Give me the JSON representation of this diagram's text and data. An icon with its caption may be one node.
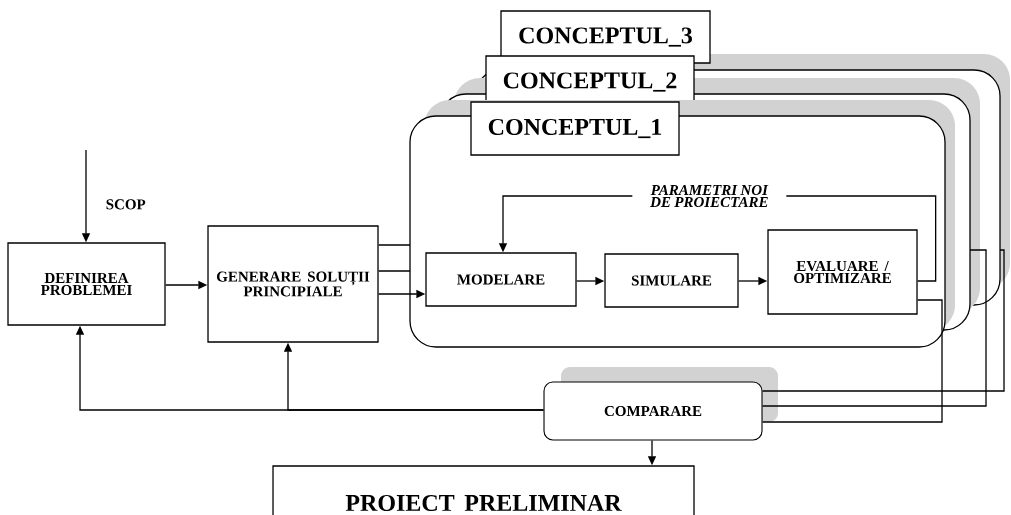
{
  "diagram": {
    "nodes": [
      {
        "text": [
          "DEFINIREA PROBLEMEI"
        ]
      },
      {
        "text": [
          "GENERARE SOLUȚII PRINCIPIALE"
        ]
      },
      {
        "text": [
          "CONCEPTUL_3"
        ]
      },
      {
        "text": [
          "CONCEPTUL_2"
        ]
      },
      {
        "text": [
          "CONCEPTUL_1"
        ]
      },
      {
        "text": [
          "MODELARE"
        ]
      },
      {
        "text": [
          "SIMULARE"
        ]
      },
      {
        "text": [
          "EVALUARE / OPTIMIZARE"
        ]
      },
      {
        "text": [
          "COMPARARE"
        ]
      },
      {
        "text": [
          "PROIECT PRELIMINAR"
        ]
      }
    ],
    "edges": [
      {
        "from": null,
        "to": 0,
        "arrow": "to",
        "label": "SCOP"
      },
      {
        "from": 0,
        "to": 1,
        "arrow": "to"
      },
      {
        "from": 1,
        "to": null,
        "arrow": "none"
      },
      {
        "from": 1,
        "to": null,
        "arrow": "none"
      },
      {
        "from": 1,
        "to": 5,
        "arrow": "to"
      },
      {
        "from": 5,
        "to": 6,
        "arrow": "to"
      },
      {
        "from": 6,
        "to": 7,
        "arrow": "to"
      },
      {
        "from": 7,
        "to": 5,
        "arrow": "to",
        "label": "PARAMETRI NOI DE PROIECTARE"
      },
      {
        "from": null,
        "to": 8,
        "arrow": "none"
      },
      {
        "from": null,
        "to": 8,
        "arrow": "none"
      },
      {
        "from": 7,
        "to": 8,
        "arrow": "none"
      },
      {
        "from": 8,
        "to": 0,
        "arrow": "to"
      },
      {
        "from": 8,
        "to": 1,
        "arrow": "to"
      },
      {
        "from": 8,
        "to": 9,
        "arrow": "to"
      }
    ]
  }
}
